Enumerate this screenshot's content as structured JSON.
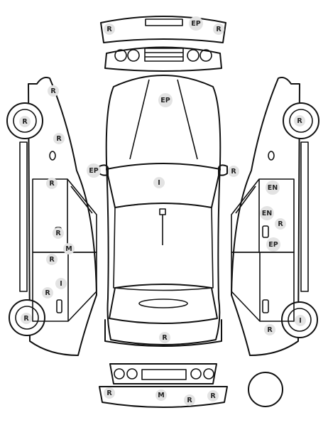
{
  "markers": [
    {
      "code": "R"
    },
    {
      "code": "EP"
    },
    {
      "code": "R"
    },
    {
      "code": "EP"
    },
    {
      "code": "R"
    },
    {
      "code": "R"
    },
    {
      "code": "R"
    },
    {
      "code": "R"
    },
    {
      "code": "R"
    },
    {
      "code": "M"
    },
    {
      "code": "R"
    },
    {
      "code": "I"
    },
    {
      "code": "R"
    },
    {
      "code": "R"
    },
    {
      "code": "EP"
    },
    {
      "code": "I"
    },
    {
      "code": "R"
    },
    {
      "code": "R"
    },
    {
      "code": "EN"
    },
    {
      "code": "EN"
    },
    {
      "code": "R"
    },
    {
      "code": "EP"
    },
    {
      "code": "R"
    },
    {
      "code": "I"
    },
    {
      "code": "R"
    },
    {
      "code": "R"
    },
    {
      "code": "M"
    },
    {
      "code": "R"
    },
    {
      "code": "R"
    }
  ]
}
